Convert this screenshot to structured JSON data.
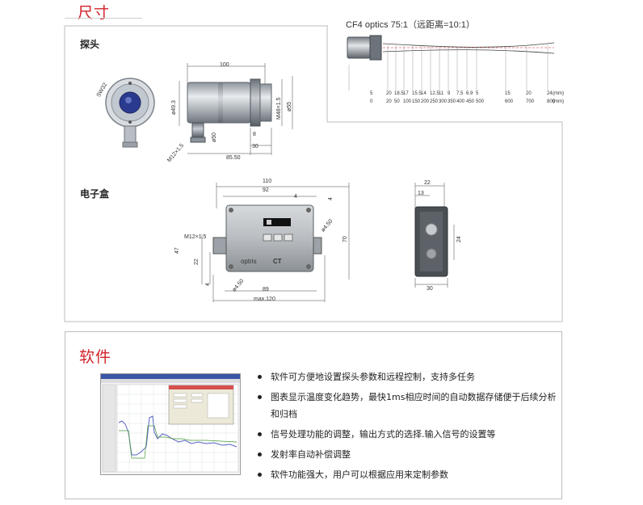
{
  "dimensions_section": {
    "title": "尺寸",
    "probe_label": "探头",
    "box_label": "电子盒",
    "probe_dims": {
      "sw": "SW32",
      "length_top": "100",
      "dia_left": "ø49.3",
      "dia_right": "ø55",
      "thread": "M48×1.5",
      "dia_cable": "ø50",
      "thread_cable": "M12×1.5",
      "d8": "8",
      "d30": "30",
      "total": "85.50"
    },
    "box_dims": {
      "w110": "110",
      "w92": "92",
      "d4a": "4",
      "d4b": "4",
      "hole1": "ø4.50",
      "h70": "70",
      "thread": "M12×1.5",
      "h47": "47",
      "h22": "22",
      "d4c": "4",
      "hole2": "ø4.50",
      "w89": "89",
      "max": "max.120",
      "logo": "optris",
      "model": "CT",
      "side_22": "22",
      "side_13": "13",
      "side_24": "24",
      "side_30": "30"
    },
    "optics": {
      "title": "CF4 optics 75:1（远距离=10:1）",
      "row1": [
        "5",
        "20",
        "18.5",
        "17",
        "15.5",
        "14",
        "12.5",
        "11",
        "9",
        "7.5",
        "6.9",
        "5",
        "15",
        "20",
        "24"
      ],
      "row1_unit": "(mm)",
      "row2": [
        "0",
        "20",
        "50",
        "100",
        "150",
        "200",
        "250",
        "300",
        "350",
        "400",
        "450",
        "500",
        "600",
        "700",
        "800"
      ],
      "row2_unit": "(mm)"
    }
  },
  "software_section": {
    "title": "软件",
    "bullets": [
      "软件可方便地设置探头参数和远程控制，支持多任务",
      "图表显示温度变化趋势，最快1ms相应时间的自动数据存储便于后续分析和归档",
      "信号处理功能的调整，输出方式的选择.输入信号的设置等",
      "发射率自动补偿调整",
      "软件功能强大，用户可以根据应用来定制参数"
    ]
  },
  "colors": {
    "title_red": "#d2232a",
    "frame_grey": "#bdbdbd",
    "trend_blue": "#5a63c8",
    "trend_green": "#4a9a3a"
  }
}
